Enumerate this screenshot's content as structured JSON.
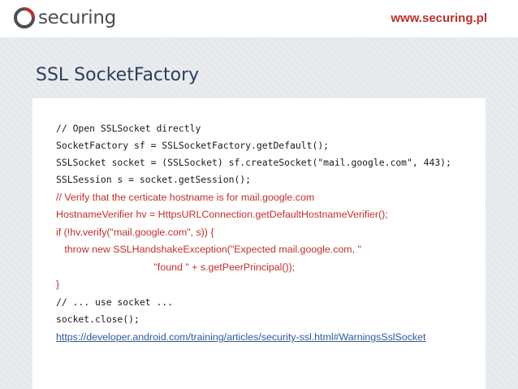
{
  "header": {
    "logo_text": "securing",
    "site_url": "www.securing.pl",
    "colors": {
      "brand_red": "#c0302a",
      "logo_dark": "#4a4f55"
    }
  },
  "slide": {
    "title": "SSL SocketFactory",
    "title_color": "#2a3f5f"
  },
  "code": {
    "lines": [
      "// Open SSLSocket directly",
      "SocketFactory sf = SSLSocketFactory.getDefault();",
      "SSLSocket socket = (SSLSocket) sf.createSocket(\"mail.google.com\", 443);",
      "SSLSession s = socket.getSession();",
      "// Verify that the certicate hostname is for mail.google.com",
      "HostnameVerifier hv = HttpsURLConnection.getDefaultHostnameVerifier();",
      "if (!hv.verify(\"mail.google.com\", s)) {",
      "   throw new SSLHandshakeException(\"Expected mail.google.com, \"",
      "                                   \"found \" + s.getPeerPrincipal());",
      "}",
      "// ... use socket ...",
      "socket.close();"
    ],
    "link": "https://developer.android.com/training/articles/security-ssl.html#WarningsSslSocket",
    "colors": {
      "code": "#1a1a1a",
      "highlight": "#c0302a",
      "link": "#2e5a9c"
    }
  }
}
